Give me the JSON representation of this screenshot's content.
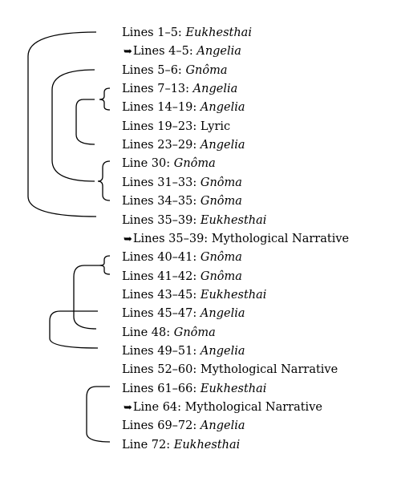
{
  "entries": [
    {
      "label": "Lines 1–5: ",
      "genre": "Eukhesthai",
      "italic": true,
      "sub": false
    },
    {
      "label": "Lines 4–5: ",
      "genre": "Angelia",
      "italic": true,
      "sub": true
    },
    {
      "label": "Lines 5–6: ",
      "genre": "Gnôma",
      "italic": true,
      "sub": false
    },
    {
      "label": "Lines 7–13: ",
      "genre": "Angelia",
      "italic": true,
      "sub": false
    },
    {
      "label": "Lines 14–19: ",
      "genre": "Angelia",
      "italic": true,
      "sub": false
    },
    {
      "label": "Lines 19–23: ",
      "genre": "Lyric",
      "italic": false,
      "sub": false
    },
    {
      "label": "Lines 23–29: ",
      "genre": "Angelia",
      "italic": true,
      "sub": false
    },
    {
      "label": "Line 30: ",
      "genre": "Gnôma",
      "italic": true,
      "sub": false
    },
    {
      "label": "Lines 31–33: ",
      "genre": "Gnôma",
      "italic": true,
      "sub": false
    },
    {
      "label": "Lines 34–35: ",
      "genre": "Gnôma",
      "italic": true,
      "sub": false
    },
    {
      "label": "Lines 35–39: ",
      "genre": "Eukhesthai",
      "italic": true,
      "sub": false
    },
    {
      "label": "Lines 35–39: ",
      "genre": "Mythological Narrative",
      "italic": false,
      "sub": true
    },
    {
      "label": "Lines 40–41: ",
      "genre": "Gnôma",
      "italic": true,
      "sub": false
    },
    {
      "label": "Lines 41–42: ",
      "genre": "Gnôma",
      "italic": true,
      "sub": false
    },
    {
      "label": "Lines 43–45: ",
      "genre": "Eukhesthai",
      "italic": true,
      "sub": false
    },
    {
      "label": "Lines 45–47: ",
      "genre": "Angelia",
      "italic": true,
      "sub": false
    },
    {
      "label": "Line 48: ",
      "genre": "Gnôma",
      "italic": true,
      "sub": false
    },
    {
      "label": "Lines 49–51: ",
      "genre": "Angelia",
      "italic": true,
      "sub": false
    },
    {
      "label": "Lines 52–60: ",
      "genre": "Mythological Narrative",
      "italic": false,
      "sub": false
    },
    {
      "label": "Lines 61–66: ",
      "genre": "Eukhesthai",
      "italic": true,
      "sub": false
    },
    {
      "label": "Line 64: ",
      "genre": "Mythological Narrative",
      "italic": false,
      "sub": true
    },
    {
      "label": "Lines 69–72: ",
      "genre": "Angelia",
      "italic": true,
      "sub": false
    },
    {
      "label": "Line 72: ",
      "genre": "Eukhesthai",
      "italic": true,
      "sub": false
    }
  ],
  "sub_marker": "➥",
  "line_color": "#000000"
}
